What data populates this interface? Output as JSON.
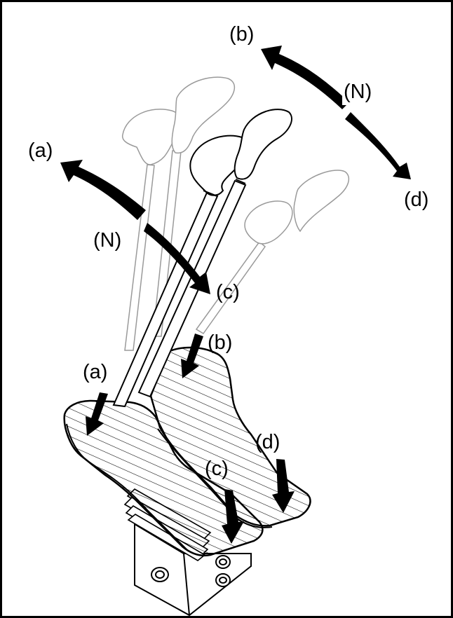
{
  "colors": {
    "line": "#000000",
    "ghost": "#9a9a9a",
    "paper": "#ffffff"
  },
  "labels": {
    "a_top": "(a)",
    "n_left": "(N)",
    "c_mid": "(c)",
    "b_top": "(b)",
    "n_right": "(N)",
    "d_right": "(d)",
    "b_pedal": "(b)",
    "a_pedal": "(a)",
    "d_pedal": "(d)",
    "c_pedal": "(c)"
  }
}
